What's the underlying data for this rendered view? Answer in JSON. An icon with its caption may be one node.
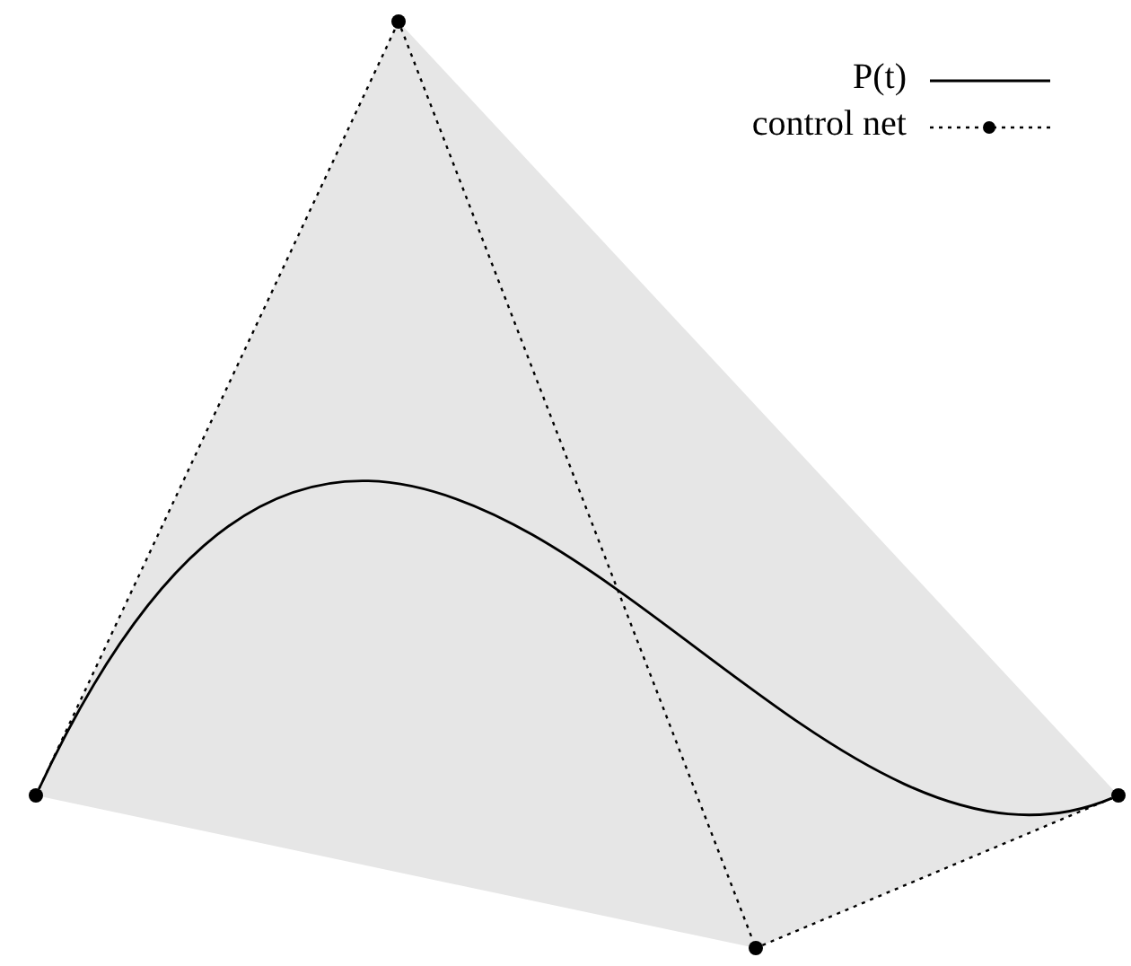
{
  "diagram": {
    "nodes": [
      {
        "text": [],
        "shape": "circle"
      },
      {
        "text": [],
        "shape": "circle"
      },
      {
        "text": [],
        "shape": "circle"
      },
      {
        "text": [],
        "shape": "circle"
      }
    ],
    "edges": [
      {
        "from": 0,
        "to": 1,
        "arrow": "none",
        "style": "dashed"
      },
      {
        "from": 1,
        "to": 2,
        "arrow": "none",
        "style": "dashed"
      },
      {
        "from": 2,
        "to": 3,
        "arrow": "none",
        "style": "dashed"
      },
      {
        "from": 0,
        "to": 3,
        "arrow": "none"
      }
    ],
    "legend": [
      {
        "text": "P(t)"
      },
      {
        "text": "control net"
      }
    ]
  }
}
